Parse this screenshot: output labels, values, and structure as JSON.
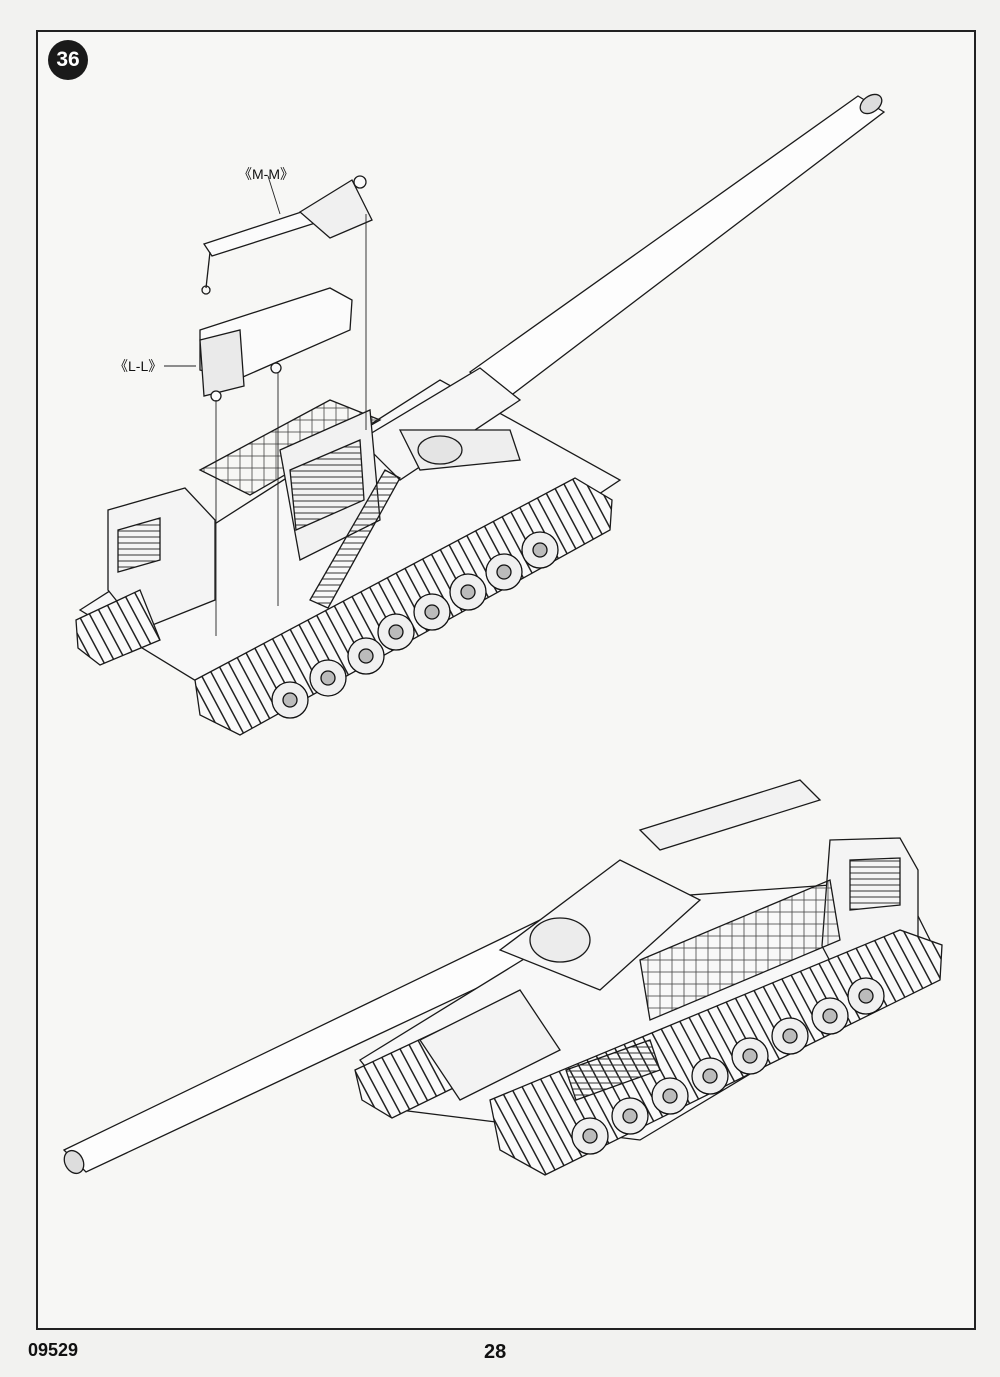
{
  "step": {
    "number": "36"
  },
  "callouts": {
    "mm": "《M-M》",
    "ll": "《L-L》"
  },
  "icons": {
    "upper": "self-propelled-gun-exploded-view",
    "lower": "self-propelled-gun-assembled-view",
    "crane": "crane-jib-part",
    "breech": "breech-mechanism-part"
  },
  "footer": {
    "product_code": "09529",
    "page_number": "28"
  }
}
